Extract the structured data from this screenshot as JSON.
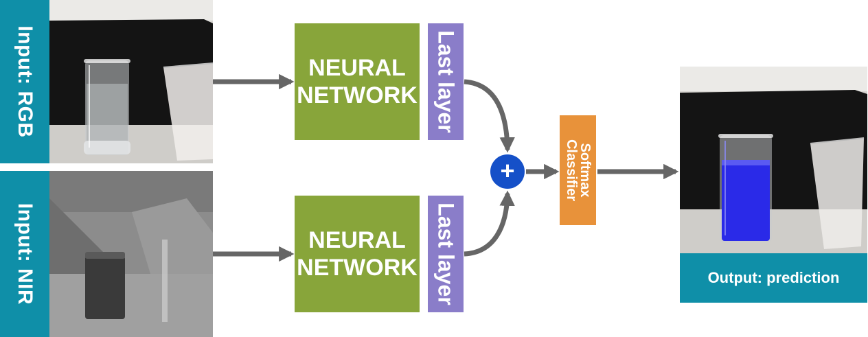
{
  "inputs": [
    {
      "label": "Input: RGB"
    },
    {
      "label": "Input: NIR"
    }
  ],
  "branches": [
    {
      "network_label": "NEURAL\nNETWORK",
      "last_layer_label": "Last layer"
    },
    {
      "network_label": "NEURAL\nNETWORK",
      "last_layer_label": "Last layer"
    }
  ],
  "fusion": {
    "symbol": "+"
  },
  "classifier": {
    "line1": "Softmax",
    "line2": "Classifier"
  },
  "output": {
    "label": "Output: prediction"
  },
  "colors": {
    "teal": "#0f8fa8",
    "network_green": "#88a53a",
    "last_layer_purple": "#8a7dc9",
    "classifier_orange": "#e8923a",
    "fusion_blue": "#1550c8",
    "arrow_gray": "#666666",
    "prediction_blue": "#2a2ae8"
  }
}
